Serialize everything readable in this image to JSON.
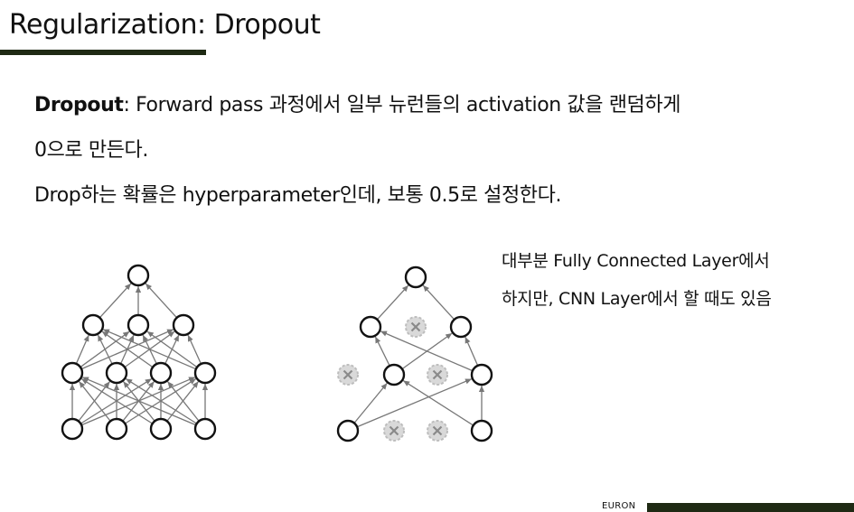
{
  "title": "Regularization: Dropout",
  "body": {
    "term": "Dropout",
    "line1_rest": ": Forward pass 과정에서 일부 뉴런들의 activation 값을 랜덤하게",
    "line2": "0으로 만든다.",
    "line3": "Drop하는 확률은 hyperparameter인데, 보통 0.5로 설정한다."
  },
  "note": {
    "line1": "대부분 Fully Connected Layer에서",
    "line2": "하지만, CNN Layer에서 할 때도 있음"
  },
  "footer": {
    "label": "EURON"
  },
  "colors": {
    "accent_bar": "#1f2a14",
    "node_stroke": "#111111",
    "edge": "#777777",
    "dropped_node": "#bdbdbd"
  }
}
